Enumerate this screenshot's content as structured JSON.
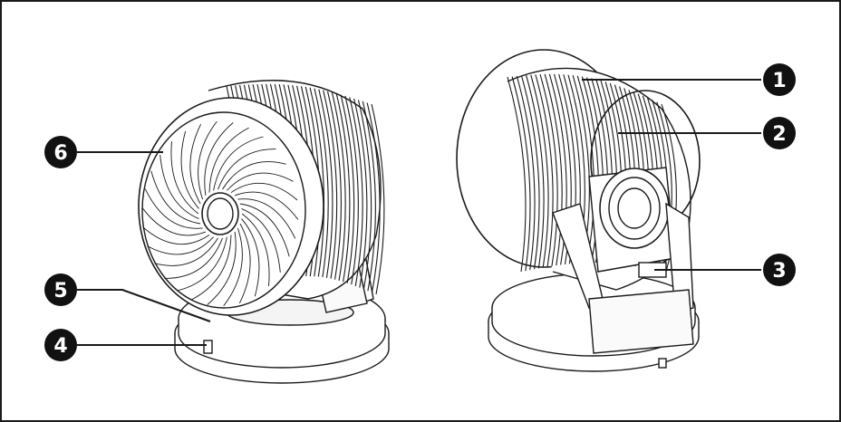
{
  "callouts": [
    {
      "id": "1",
      "label": "1"
    },
    {
      "id": "2",
      "label": "2"
    },
    {
      "id": "3",
      "label": "3"
    },
    {
      "id": "4",
      "label": "4"
    },
    {
      "id": "5",
      "label": "5"
    },
    {
      "id": "6",
      "label": "6"
    }
  ],
  "colors": {
    "line": "#1a1a1a",
    "badge": "#111111",
    "background": "#ffffff"
  }
}
